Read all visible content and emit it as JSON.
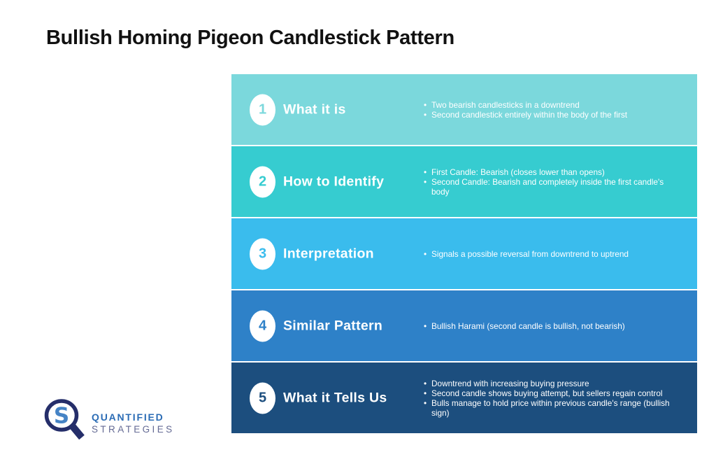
{
  "page": {
    "title": "Bullish Homing Pigeon Candlestick Pattern",
    "background_color": "#ffffff",
    "title_color": "#111111"
  },
  "table": {
    "rows": [
      {
        "number": "1",
        "title": "What it is",
        "color": "#7bd8dc",
        "bullets": [
          "Two bearish candlesticks in a downtrend",
          "Second candlestick entirely within the body of the first"
        ]
      },
      {
        "number": "2",
        "title": "How to Identify",
        "color": "#36ccd0",
        "bullets": [
          "First Candle: Bearish (closes lower than opens)",
          "Second Candle: Bearish and completely inside the first candle's body"
        ]
      },
      {
        "number": "3",
        "title": "Interpretation",
        "color": "#3abced",
        "bullets": [
          "Signals a possible reversal from downtrend to uptrend"
        ]
      },
      {
        "number": "4",
        "title": "Similar Pattern",
        "color": "#2e81c8",
        "bullets": [
          "Bullish Harami (second candle is bullish, not bearish)"
        ]
      },
      {
        "number": "5",
        "title": "What it Tells Us",
        "color": "#1c4e7e",
        "bullets": [
          "Downtrend with increasing buying pressure",
          "Second candle shows buying attempt, but sellers regain control",
          "Bulls manage to hold price within previous candle's range (bullish sign)"
        ]
      }
    ]
  },
  "logo": {
    "monogram_letter": "S",
    "ring_color": "#252e6a",
    "monogram_color": "#4583c5",
    "brand_line1": "QUANTIFIED",
    "brand_line2": "STRATEGIES",
    "line1_color": "#2b6cb5",
    "line2_color": "#646a94"
  }
}
